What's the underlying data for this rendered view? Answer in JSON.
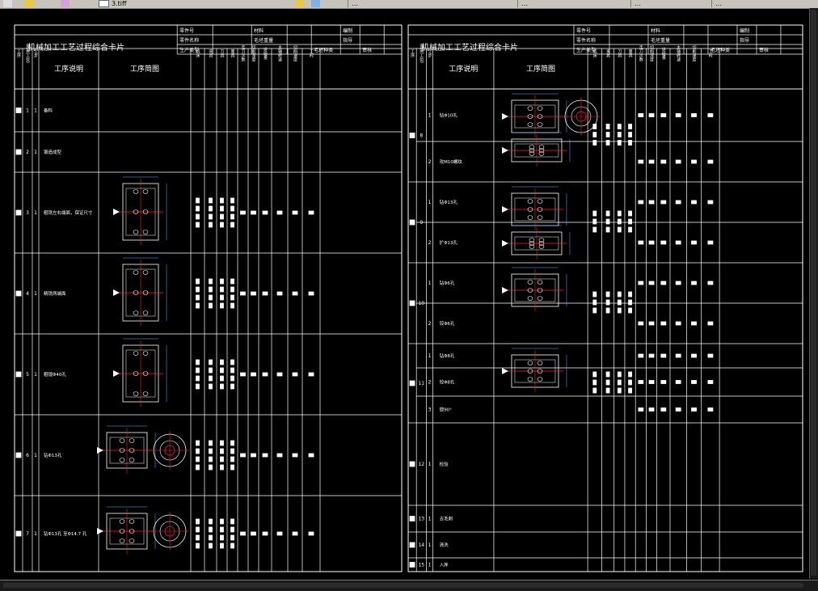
{
  "window": {
    "toolbar_items": [
      "…",
      "3.tiff",
      "…",
      "…",
      "…",
      "…"
    ],
    "vscroll": "vertical-scroll",
    "hscroll": "horizontal-scroll"
  },
  "card_left": {
    "title": "机械加工工艺过程综合卡片",
    "header_labels": [
      "零件号",
      "零件名称",
      "生产类型",
      "材料",
      "毛坯重量",
      "毛坯种类",
      "编制",
      "指导",
      "审核"
    ],
    "header_values": [
      "",
      "",
      "",
      "",
      "",
      "",
      "",
      "",
      ""
    ],
    "col_headers": [
      "工序",
      "安装(工位)",
      "工步",
      "工序说明",
      "工序简图",
      "机床",
      "夹具",
      "刀具",
      "量具",
      "走刀次数",
      "切削深度",
      "进给量",
      "主轴转速",
      "切削速度",
      "工时"
    ],
    "rows": [
      {
        "no": "1",
        "step_no": "1",
        "desc": "备料",
        "has_sketch": false
      },
      {
        "no": "2",
        "step_no": "1",
        "desc": "锻造成型",
        "has_sketch": false
      },
      {
        "no": "3",
        "step_no": "1",
        "desc": "粗铣左右端面，保证尺寸",
        "has_sketch": true
      },
      {
        "no": "4",
        "step_no": "1",
        "desc": "精铣两端面",
        "has_sketch": true
      },
      {
        "no": "5",
        "step_no": "1",
        "desc": "粗镗Φ40孔",
        "has_sketch": true
      },
      {
        "no": "6",
        "step_no": "1",
        "desc": "钻Φ13孔",
        "has_sketch": true
      },
      {
        "no": "7",
        "step_no": "1",
        "desc": "钻Φ13孔  至Φ14.7 孔",
        "has_sketch": true
      }
    ]
  },
  "card_right": {
    "title": "机械加工工艺过程综合卡片",
    "header_labels": [
      "零件号",
      "零件名称",
      "生产类型",
      "材料",
      "毛坯重量",
      "毛坯种类",
      "编制",
      "指导",
      "审核"
    ],
    "header_values": [
      "",
      "",
      "",
      "",
      "",
      "",
      "",
      "",
      ""
    ],
    "col_headers": [
      "工序",
      "安装(工位)",
      "工步",
      "工序说明",
      "工序简图",
      "机床",
      "夹具",
      "刀具",
      "量具",
      "走刀次数",
      "切削深度",
      "进给量",
      "主轴转速",
      "切削速度",
      "工时"
    ],
    "rows": [
      {
        "no": "8",
        "steps": [
          "钻Φ10孔",
          "攻M10螺纹"
        ]
      },
      {
        "no": "9",
        "steps": [
          "钻Φ13孔",
          "扩Φ13孔"
        ]
      },
      {
        "no": "10",
        "steps": [
          "钻Φ6孔",
          "铰Φ6孔"
        ]
      },
      {
        "no": "11",
        "steps": [
          "钻Φ8孔",
          "铰Φ8孔",
          "锪90°"
        ]
      },
      {
        "no": "12",
        "steps": [
          "检验"
        ]
      },
      {
        "no": "13",
        "steps": [
          "去毛刺"
        ]
      },
      {
        "no": "14",
        "steps": [
          "清洗"
        ]
      },
      {
        "no": "15",
        "steps": [
          "入库"
        ]
      }
    ]
  },
  "colors": {
    "background": "#000000",
    "lines": "#ffffff",
    "centerline": "#ff2020",
    "dim": "#5ab4ff"
  }
}
